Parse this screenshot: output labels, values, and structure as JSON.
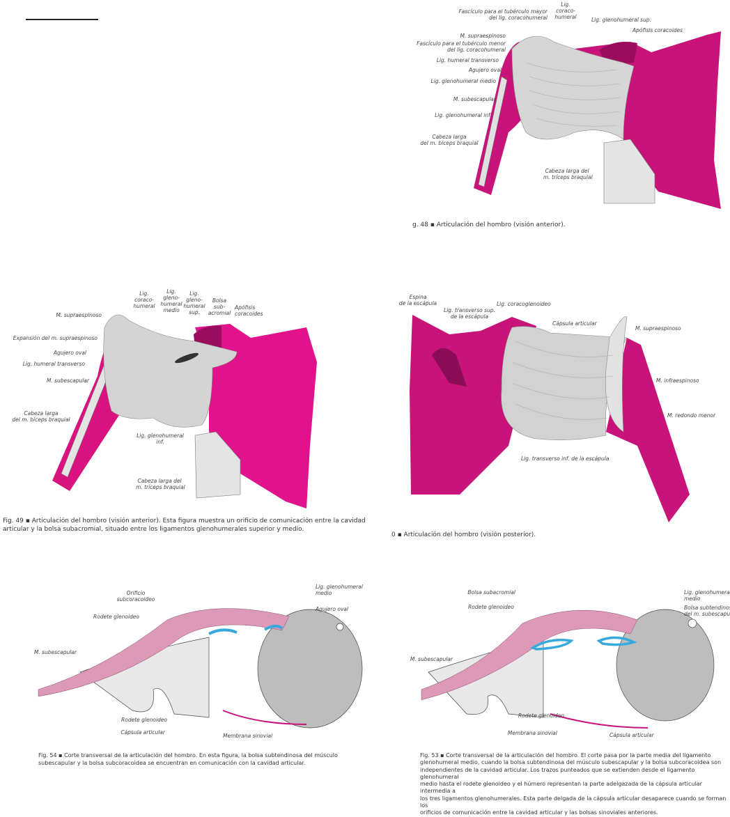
{
  "colors": {
    "bone": "#c8137a",
    "muscle": "#dc9ab8",
    "bursa": "#38a9dc",
    "ligament": "#cfcfcf"
  },
  "fig48": {
    "labels": {
      "fasc_mayor": [
        "Fascículo para el tubérculo mayor",
        "del lig. coracohumeral"
      ],
      "coracohumeral": [
        "Lig.",
        "coraco-",
        "humeral"
      ],
      "gh_sup": "Lig. glenohumeral sup.",
      "apofisis": "Apófisis coracoides",
      "supraespinoso": "M. supraespinoso",
      "fasc_menor": [
        "Fascículo para el tubérculo menor",
        "del lig. coracohumeral"
      ],
      "humeral_transverso": "Lig. humeral transverso",
      "agujero_oval": "Agujero oval",
      "gh_medio": "Lig. glenohumeral medio",
      "subescapular": "M. subescapular",
      "gh_inf": "Lig. glenohumeral inf.",
      "biceps": [
        "Cabeza larga",
        "del m. bíceps braquial"
      ],
      "triceps": [
        "Cabeza larga del",
        "m. tríceps braquial"
      ]
    },
    "caption": "g. 48 ▪ Articulación del hombro (visión anterior)."
  },
  "fig49": {
    "labels": {
      "supraespinoso": "M. supraespinoso",
      "coracohumeral": [
        "Lig.",
        "coraco-",
        "humeral"
      ],
      "gh_medio": [
        "Lig.",
        "gleno-",
        "humeral",
        "medio"
      ],
      "gh_sup": [
        "Lig.",
        "gleno-",
        "humeral",
        "sup."
      ],
      "bolsa": [
        "Bolsa",
        "sub-",
        "acromial"
      ],
      "apofisis": [
        "Apófisis",
        "coracoides"
      ],
      "expansion": "Expansión del m. supraespinoso",
      "agujero_oval": "Agujero oval",
      "humeral_transverso": "Lig. humeral transverso",
      "subescapular": "M. subescapular",
      "biceps": [
        "Cabeza larga",
        "del m. bíceps braquial"
      ],
      "gh_inf": [
        "Lig. glenohumeral",
        "inf."
      ],
      "triceps": [
        "Cabeza larga del",
        "m. tríceps braquial"
      ]
    },
    "caption": [
      "Fig. 49 ▪ Articulación del hombro (visión anterior). Esta figura muestra un orificio de comunicación entre la cavidad",
      "articular y la bolsa subacromial, situado entre los ligamentos glenohumerales superior y medio."
    ]
  },
  "fig50": {
    "labels": {
      "espina": [
        "Espina",
        "de la escápula"
      ],
      "transverso_sup": [
        "Lig. transverso sup.",
        "de la escápula"
      ],
      "coracoglenoideo": "Lig. coracoglenoideo",
      "capsula": "Cápsula articular",
      "supraespinoso": "M. supraespinoso",
      "infraespinoso": "M. infraespinoso",
      "redondo": "M. redondo menor",
      "transverso_inf": "Lig. transverso inf. de la escápula"
    },
    "caption": "0 ▪ Articulación del hombro (visión posterior)."
  },
  "fig54": {
    "labels": {
      "orificio": [
        "Orificio",
        "subcoracoideo"
      ],
      "gh_medio": [
        "Lig. glenohumeral",
        "medio"
      ],
      "agujero_oval": "Agujero oval",
      "rodete_sup": "Rodete glenoideo",
      "subescapular": "M. subescapular",
      "rodete_inf": "Rodete glenoideo",
      "capsula": "Cápsula articular",
      "membrana": "Membrana sinovial"
    },
    "caption": [
      "Fig. 54 ▪ Corte transversal de la articulación del hombro. En esta figura, la bolsa subtendinosa del músculo",
      "subescapular y la bolsa subcoracoidea se encuentran en comunicación con la cavidad articular."
    ]
  },
  "fig53": {
    "labels": {
      "bolsa_subacromial": "Bolsa subacromial",
      "rodete_sup": "Rodete glenoideo",
      "gh_medio": [
        "Lig. glenohumeral",
        "medio"
      ],
      "bolsa_subtendinosa": [
        "Bolsa subtendinosa",
        "del m. subescapular"
      ],
      "subescapular": "M. subescapular",
      "rodete_inf": "Rodete glenoideo",
      "membrana": "Membrana sinovial",
      "capsula": "Cápsula articular"
    },
    "caption": [
      "Fig. 53 ▪ Corte transversal de la articulación del hombro. El corte pasa por la parte media del ligamento",
      "glenohumeral medio, cuando la bolsa subtendinosa del músculo subescapular y la bolsa subcoracoidea son",
      "independientes de la cavidad articular. Los trazos punteados que se extienden desde el ligamento glenohumeral",
      "medio hasta el rodete glenoideo y el húmero representan la parte adelgazada de la cápsula articular intermedia a",
      "los tres ligamentos glenohumerales. Esta parte delgada de la cápsula articular desaparece cuando se forman los",
      "orificios de comunicación entre la cavidad articular y las bolsas sinoviales anteriores."
    ]
  }
}
